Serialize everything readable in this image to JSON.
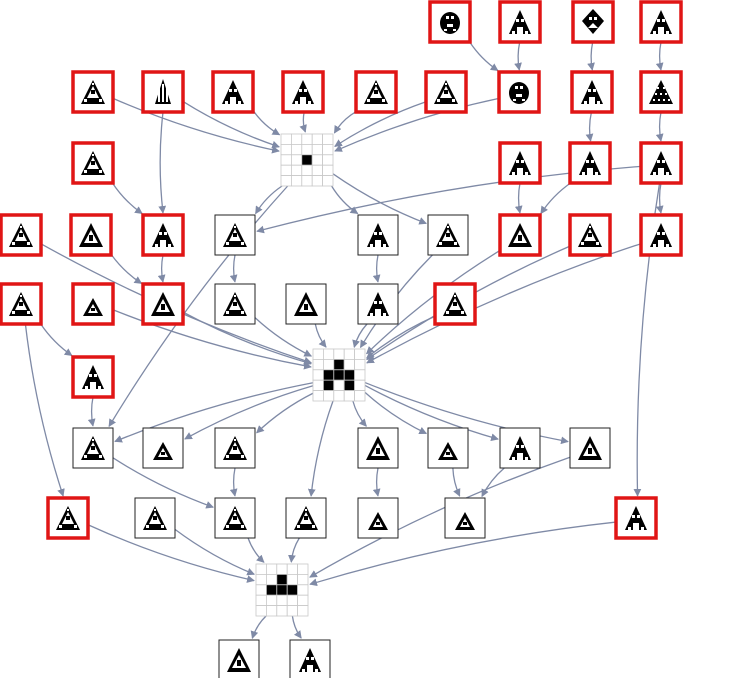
{
  "colors": {
    "edge": "#7f8aa6",
    "highlight": "#e01515",
    "ink": "#000000",
    "node_bg": "#ffffff",
    "node_border": "#222222",
    "hub_grid": "#c8c8c8"
  },
  "hubs": [
    {
      "id": "H1",
      "pattern": [
        [
          0,
          0,
          0,
          0,
          0
        ],
        [
          0,
          0,
          0,
          0,
          0
        ],
        [
          0,
          0,
          1,
          0,
          0
        ],
        [
          0,
          0,
          0,
          0,
          0
        ],
        [
          0,
          0,
          0,
          0,
          0
        ]
      ]
    },
    {
      "id": "H2",
      "pattern": [
        [
          0,
          0,
          0,
          0,
          0
        ],
        [
          0,
          0,
          1,
          0,
          0
        ],
        [
          0,
          1,
          1,
          1,
          0
        ],
        [
          0,
          1,
          0,
          1,
          0
        ],
        [
          0,
          0,
          0,
          0,
          0
        ]
      ]
    },
    {
      "id": "H3",
      "pattern": [
        [
          0,
          0,
          0,
          0,
          0
        ],
        [
          0,
          0,
          1,
          0,
          0
        ],
        [
          0,
          1,
          1,
          1,
          0
        ],
        [
          0,
          0,
          0,
          0,
          0
        ],
        [
          0,
          0,
          0,
          0,
          0
        ]
      ]
    }
  ],
  "nodes": [
    {
      "id": "t1",
      "red": true,
      "glyph": "round-blob-icon"
    },
    {
      "id": "t2",
      "red": true,
      "glyph": "triangle-figure-icon"
    },
    {
      "id": "t3",
      "red": true,
      "glyph": "diamond-figure-icon"
    },
    {
      "id": "t4",
      "red": true,
      "glyph": "triangle-figure-icon"
    },
    {
      "id": "a1",
      "red": true,
      "glyph": "triangle-sierpinski-icon"
    },
    {
      "id": "a2",
      "red": true,
      "glyph": "tall-striped-icon"
    },
    {
      "id": "a3",
      "red": true,
      "glyph": "triangle-figure-icon"
    },
    {
      "id": "a4",
      "red": true,
      "glyph": "triangle-figure-icon"
    },
    {
      "id": "a5",
      "red": true,
      "glyph": "triangle-sierpinski-icon"
    },
    {
      "id": "a6",
      "red": true,
      "glyph": "triangle-sierpinski-icon"
    },
    {
      "id": "a7",
      "red": true,
      "glyph": "round-blob-icon"
    },
    {
      "id": "a8",
      "red": true,
      "glyph": "triangle-figure-icon"
    },
    {
      "id": "a9",
      "red": true,
      "glyph": "triangle-dense-icon"
    },
    {
      "id": "b1",
      "red": true,
      "glyph": "triangle-sierpinski-icon"
    },
    {
      "id": "b2",
      "red": true,
      "glyph": "triangle-figure-icon"
    },
    {
      "id": "b3",
      "red": true,
      "glyph": "triangle-figure-icon"
    },
    {
      "id": "b4",
      "red": true,
      "glyph": "triangle-figure-icon"
    },
    {
      "id": "c1",
      "red": true,
      "glyph": "triangle-sierpinski-icon"
    },
    {
      "id": "c2",
      "red": true,
      "glyph": "triangle-outline-icon"
    },
    {
      "id": "c3",
      "red": true,
      "glyph": "triangle-figure-icon"
    },
    {
      "id": "c4",
      "red": false,
      "glyph": "triangle-sierpinski-icon"
    },
    {
      "id": "c5",
      "red": false,
      "glyph": "triangle-figure-icon"
    },
    {
      "id": "c6",
      "red": false,
      "glyph": "triangle-sierpinski-icon"
    },
    {
      "id": "c7",
      "red": true,
      "glyph": "triangle-outline-icon"
    },
    {
      "id": "c8",
      "red": true,
      "glyph": "triangle-sierpinski-icon"
    },
    {
      "id": "c9",
      "red": true,
      "glyph": "triangle-figure-icon"
    },
    {
      "id": "d1",
      "red": true,
      "glyph": "triangle-sierpinski-icon"
    },
    {
      "id": "d2",
      "red": true,
      "glyph": "small-triangle-icon"
    },
    {
      "id": "d3",
      "red": true,
      "glyph": "triangle-outline-icon"
    },
    {
      "id": "d4",
      "red": false,
      "glyph": "triangle-sierpinski-icon"
    },
    {
      "id": "d5",
      "red": false,
      "glyph": "triangle-outline-icon"
    },
    {
      "id": "d6",
      "red": false,
      "glyph": "triangle-figure-icon"
    },
    {
      "id": "d7",
      "red": true,
      "glyph": "triangle-sierpinski-icon"
    },
    {
      "id": "e1",
      "red": true,
      "glyph": "triangle-figure-icon"
    },
    {
      "id": "f1",
      "red": false,
      "glyph": "triangle-sierpinski-icon"
    },
    {
      "id": "f2",
      "red": false,
      "glyph": "small-triangle-icon"
    },
    {
      "id": "f3",
      "red": false,
      "glyph": "triangle-sierpinski-icon"
    },
    {
      "id": "f4",
      "red": false,
      "glyph": "triangle-outline-icon"
    },
    {
      "id": "f5",
      "red": false,
      "glyph": "small-triangle-icon"
    },
    {
      "id": "f6",
      "red": false,
      "glyph": "triangle-figure-icon"
    },
    {
      "id": "f7",
      "red": false,
      "glyph": "triangle-outline-icon"
    },
    {
      "id": "g1",
      "red": true,
      "glyph": "triangle-sierpinski-icon"
    },
    {
      "id": "g2",
      "red": false,
      "glyph": "triangle-sierpinski-icon"
    },
    {
      "id": "g3",
      "red": false,
      "glyph": "triangle-sierpinski-icon"
    },
    {
      "id": "g4",
      "red": false,
      "glyph": "triangle-sierpinski-icon"
    },
    {
      "id": "g5",
      "red": false,
      "glyph": "small-triangle-icon"
    },
    {
      "id": "g6",
      "red": false,
      "glyph": "small-triangle-icon"
    },
    {
      "id": "g7",
      "red": true,
      "glyph": "triangle-figure-icon"
    },
    {
      "id": "h1",
      "red": false,
      "glyph": "triangle-outline-icon"
    },
    {
      "id": "h2",
      "red": false,
      "glyph": "triangle-figure-icon"
    }
  ],
  "edges": [
    [
      "t1",
      "a7"
    ],
    [
      "t2",
      "a7"
    ],
    [
      "t3",
      "a8"
    ],
    [
      "t4",
      "a9"
    ],
    [
      "a1",
      "H1"
    ],
    [
      "a2",
      "H1"
    ],
    [
      "a3",
      "H1"
    ],
    [
      "a4",
      "H1"
    ],
    [
      "a5",
      "H1"
    ],
    [
      "a6",
      "H1"
    ],
    [
      "a7",
      "H1"
    ],
    [
      "a2",
      "c3"
    ],
    [
      "a8",
      "b3"
    ],
    [
      "a9",
      "b4"
    ],
    [
      "b1",
      "c3"
    ],
    [
      "b2",
      "c7"
    ],
    [
      "b3",
      "c7"
    ],
    [
      "b4",
      "c4"
    ],
    [
      "b4",
      "c9"
    ],
    [
      "b4",
      "g7"
    ],
    [
      "H1",
      "c4"
    ],
    [
      "H1",
      "c5"
    ],
    [
      "H1",
      "c6"
    ],
    [
      "H1",
      "f1"
    ],
    [
      "c1",
      "H2"
    ],
    [
      "c2",
      "d3"
    ],
    [
      "c3",
      "d3"
    ],
    [
      "c4",
      "d4"
    ],
    [
      "c5",
      "d6"
    ],
    [
      "c6",
      "H2"
    ],
    [
      "c7",
      "H2"
    ],
    [
      "c8",
      "H2"
    ],
    [
      "c9",
      "H2"
    ],
    [
      "d1",
      "e1"
    ],
    [
      "d1",
      "g1"
    ],
    [
      "d2",
      "H2"
    ],
    [
      "d3",
      "H2"
    ],
    [
      "d4",
      "H2"
    ],
    [
      "d5",
      "H2"
    ],
    [
      "d6",
      "H2"
    ],
    [
      "d7",
      "H2"
    ],
    [
      "e1",
      "f1"
    ],
    [
      "H2",
      "f1"
    ],
    [
      "H2",
      "f2"
    ],
    [
      "H2",
      "f3"
    ],
    [
      "H2",
      "g4"
    ],
    [
      "H2",
      "f4"
    ],
    [
      "H2",
      "f5"
    ],
    [
      "H2",
      "f6"
    ],
    [
      "H2",
      "f7"
    ],
    [
      "f1",
      "g3"
    ],
    [
      "f3",
      "g3"
    ],
    [
      "f4",
      "g5"
    ],
    [
      "f5",
      "g6"
    ],
    [
      "f6",
      "g6"
    ],
    [
      "f7",
      "H3"
    ],
    [
      "g1",
      "H3"
    ],
    [
      "g2",
      "H3"
    ],
    [
      "g3",
      "H3"
    ],
    [
      "g4",
      "H3"
    ],
    [
      "g7",
      "H3"
    ],
    [
      "H3",
      "h1"
    ],
    [
      "H3",
      "h2"
    ]
  ]
}
